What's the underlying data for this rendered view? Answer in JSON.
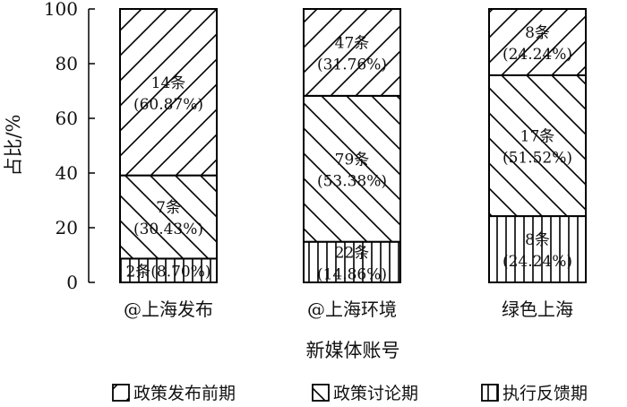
{
  "chart_data": {
    "type": "bar",
    "stacked": true,
    "categories": [
      "@上海发布",
      "@上海环境",
      "绿色上海"
    ],
    "series": [
      {
        "name": "执行反馈期",
        "pattern": "vertical",
        "values": [
          8.7,
          14.86,
          24.24
        ],
        "labels": [
          "2条(8.70%)",
          "22条\n(14.86%)",
          "8条\n(24.24%)"
        ]
      },
      {
        "name": "政策讨论期",
        "pattern": "backslash",
        "values": [
          30.43,
          53.38,
          51.52
        ],
        "labels": [
          "7条\n(30.43%)",
          "79条\n(53.38%)",
          "17条\n(51.52%)"
        ]
      },
      {
        "name": "政策发布前期",
        "pattern": "slash",
        "values": [
          60.87,
          31.76,
          24.24
        ],
        "labels": [
          "14条\n(60.87%)",
          "47条\n(31.76%)",
          "8条\n(24.24%)"
        ]
      }
    ],
    "legend_order": [
      "政策发布前期",
      "政策讨论期",
      "执行反馈期"
    ],
    "legend_position": "bottom",
    "xlabel": "新媒体账号",
    "ylabel": "占比/%",
    "ylim": [
      0,
      100
    ],
    "yticks": [
      0,
      20,
      40,
      60,
      80,
      100
    ],
    "grid": false
  }
}
